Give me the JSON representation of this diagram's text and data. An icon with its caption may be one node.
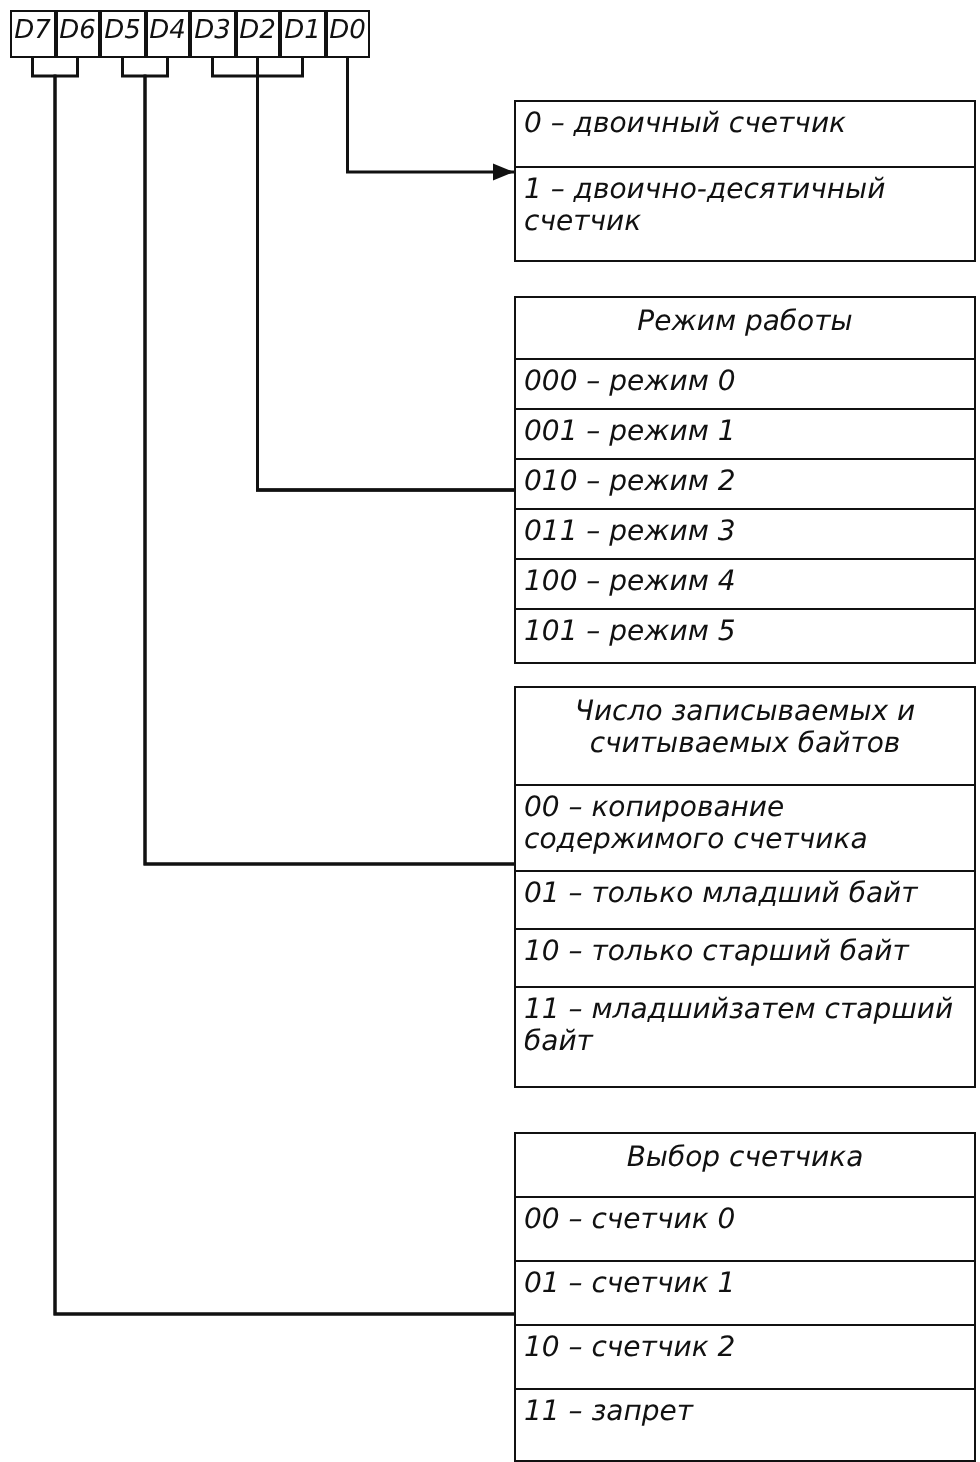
{
  "diagram": {
    "nodes": [
      {
        "text": [
          "D7"
        ]
      },
      {
        "text": [
          "D6"
        ]
      },
      {
        "text": [
          "D5"
        ]
      },
      {
        "text": [
          "D4"
        ]
      },
      {
        "text": [
          "D3"
        ]
      },
      {
        "text": [
          "D2"
        ]
      },
      {
        "text": [
          "D1"
        ]
      },
      {
        "text": [
          "D0"
        ]
      },
      {
        "text": [],
        "shape": "box"
      },
      {
        "text": [
          "0 – двоичный счетчик"
        ],
        "in": 8
      },
      {
        "text": [
          "1 – двоично-десятичный счетчик"
        ],
        "in": 8
      },
      {
        "text": [
          "Режим работы"
        ]
      },
      {
        "text": [
          "000 – режим 0"
        ],
        "in": 11
      },
      {
        "text": [
          "001 – режим 1"
        ],
        "in": 11
      },
      {
        "text": [
          "010 – режим 2"
        ],
        "in": 11
      },
      {
        "text": [
          "011 – режим 3"
        ],
        "in": 11
      },
      {
        "text": [
          "100 – режим 4"
        ],
        "in": 11
      },
      {
        "text": [
          "101 – режим 5"
        ],
        "in": 11
      },
      {
        "text": [
          "Число записываемых и считываемых байтов"
        ]
      },
      {
        "text": [
          "00 – копирование содержимого счетчика"
        ],
        "in": 18
      },
      {
        "text": [
          "01 – только младший байт"
        ],
        "in": 18
      },
      {
        "text": [
          "10 – только старший байт"
        ],
        "in": 18
      },
      {
        "text": [
          "11 – младшийзатем старший байт"
        ],
        "in": 18
      },
      {
        "text": [
          "Выбор счетчика"
        ]
      },
      {
        "text": [
          "00 – счетчик 0"
        ],
        "in": 23
      },
      {
        "text": [
          "01 – счетчик 1"
        ],
        "in": 23
      },
      {
        "text": [
          "10 – счетчик 2"
        ],
        "in": 23
      },
      {
        "text": [
          "11 – запрет"
        ],
        "in": 23
      }
    ],
    "edges": [
      {
        "from": 0,
        "to": 23,
        "arrow": "none"
      },
      {
        "from": 1,
        "to": 23,
        "arrow": "none"
      },
      {
        "from": 2,
        "to": 18,
        "arrow": "none"
      },
      {
        "from": 3,
        "to": 18,
        "arrow": "none"
      },
      {
        "from": 4,
        "to": 11,
        "arrow": "none"
      },
      {
        "from": 5,
        "to": 11,
        "arrow": "none"
      },
      {
        "from": 6,
        "to": 11,
        "arrow": "none"
      },
      {
        "from": 7,
        "to": 8,
        "arrow": "to"
      }
    ]
  }
}
